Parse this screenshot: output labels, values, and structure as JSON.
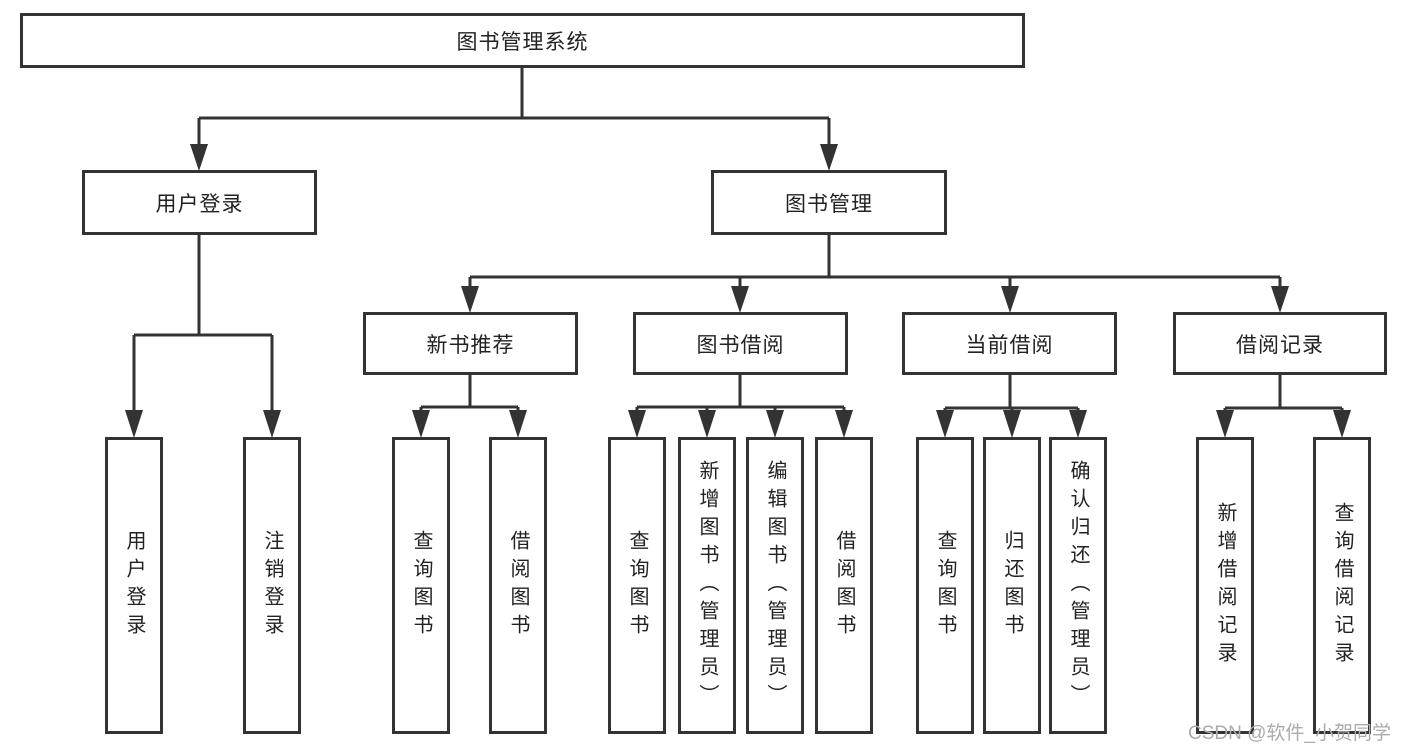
{
  "diagram_title": "图书管理系统",
  "tree": {
    "root": {
      "label": "图书管理系统"
    },
    "branches": [
      {
        "label": "用户登录",
        "children": [
          {
            "label": "用户登录"
          },
          {
            "label": "注销登录"
          }
        ]
      },
      {
        "label": "图书管理",
        "children": [
          {
            "label": "新书推荐",
            "children": [
              {
                "label": "查询图书"
              },
              {
                "label": "借阅图书"
              }
            ]
          },
          {
            "label": "图书借阅",
            "children": [
              {
                "label": "查询图书"
              },
              {
                "label": "新增图书（管理员）"
              },
              {
                "label": "编辑图书（管理员）"
              },
              {
                "label": "借阅图书"
              }
            ]
          },
          {
            "label": "当前借阅",
            "children": [
              {
                "label": "查询图书"
              },
              {
                "label": "归还图书"
              },
              {
                "label": "确认归还（管理员）"
              }
            ]
          },
          {
            "label": "借阅记录",
            "children": [
              {
                "label": "新增借阅记录"
              },
              {
                "label": "查询借阅记录"
              }
            ]
          }
        ]
      }
    ]
  },
  "watermark": "CSDN @软件_小贺同学",
  "colors": {
    "line": "#333333",
    "box_border": "#333333",
    "text": "#222222",
    "watermark": "#ababab",
    "background": "#ffffff"
  }
}
